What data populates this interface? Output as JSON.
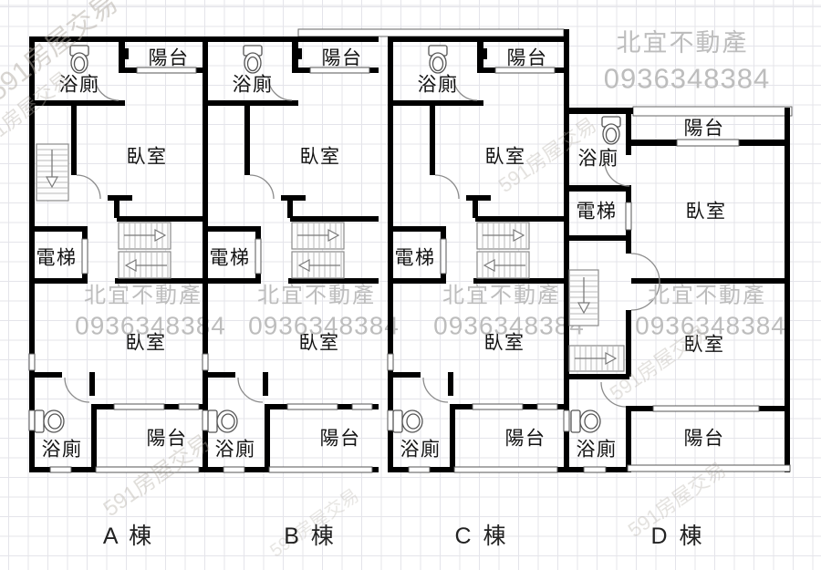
{
  "labels": {
    "bathroom": "浴廁",
    "balcony": "陽台",
    "bedroom": "臥室",
    "elevator": "電梯"
  },
  "units": [
    {
      "label": "A 棟"
    },
    {
      "label": "B 棟"
    },
    {
      "label": "C 棟"
    },
    {
      "label": "D 棟"
    }
  ],
  "watermark": {
    "company": "北宜不動產",
    "phone": "0936348384",
    "brand": "591房屋交易"
  },
  "colors": {
    "wall": "#000000",
    "grid": "#e4e4ea",
    "watermark_gray": "#bdbdbd"
  }
}
